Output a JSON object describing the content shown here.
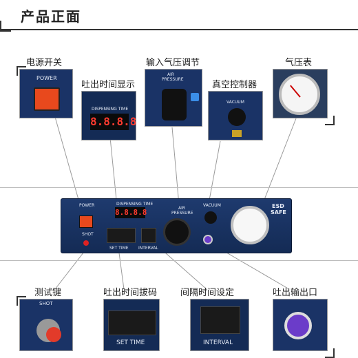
{
  "header": {
    "title": "产品正面"
  },
  "callouts": {
    "power_switch": "电源开关",
    "time_display": "吐出时间显示",
    "air_regulator": "输入气压调节",
    "vacuum_controller": "真空控制器",
    "pressure_gauge": "气压表",
    "test_key": "测试键",
    "time_dial": "吐出时间拔码",
    "interval_setting": "间隔时间设定",
    "output_port": "吐出输出口"
  },
  "panel_text": {
    "power": "POWER",
    "shot": "SHOT",
    "dispensing_time": "DISPENSING TIME",
    "set_time": "SET TIME",
    "interval": "INTERVAL",
    "air_pressure_1": "AIR",
    "air_pressure_2": "PRESSURE",
    "vacuum": "VACUUM",
    "brand_1": "ESD",
    "brand_2": "SAFE",
    "display_value": "8.8.8.8"
  },
  "colors": {
    "panel": "#1e3a6e",
    "led": "#ff3b2f",
    "power_button": "#e8491d",
    "port": "#6b3cc9"
  }
}
